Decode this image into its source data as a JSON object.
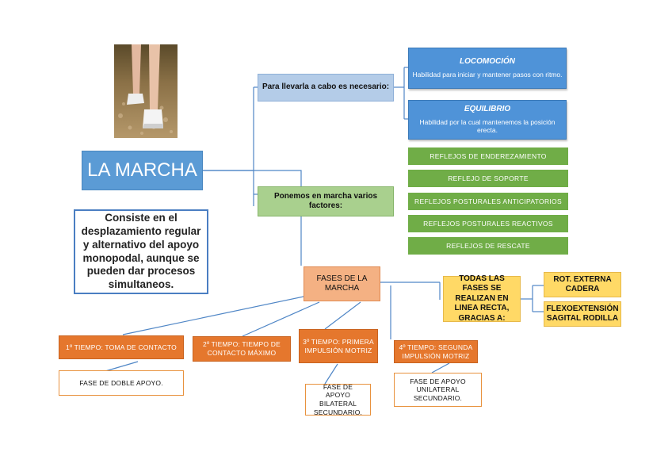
{
  "title": "LA MARCHA",
  "definition": "Consiste en el desplazamiento regular y alternativo del apoyo monopodal, aunque se pueden dar procesos simultaneos.",
  "requirement_label": "Para llevarla a cabo es necesario:",
  "requirements": [
    {
      "heading": "LOCOMOCIÓN",
      "description": "Habilidad para iniciar y mantener pasos con ritmo."
    },
    {
      "heading": "EQUILIBRIO",
      "description": "Habilidad por la cual mantenemos la posición erecta."
    }
  ],
  "factors_label": "Ponemos en marcha varios factores:",
  "factors": [
    "REFLEJOS DE ENDEREZAMIENTO",
    "REFLEJO DE SOPORTE",
    "REFLEJOS POSTURALES ANTICIPATORIOS",
    "REFLEJOS POSTURALES REACTIVOS",
    "REFLEJOS DE RESCATE"
  ],
  "phases_label": "FASES DE LA MARCHA",
  "straight_line": {
    "label": "TODAS LAS FASES SE REALIZAN EN LINEA RECTA, GRACIAS A:",
    "items": [
      "ROT. EXTERNA CADERA",
      "FLEXOEXTENSIÓN SAGITAL RODILLA"
    ]
  },
  "times": [
    {
      "label": "1º TIEMPO: TOMA DE CONTACTO",
      "detail": "FASE DE DOBLE APOYO."
    },
    {
      "label": "2º TIEMPO: TIEMPO DE CONTACTO MÁXIMO",
      "detail": ""
    },
    {
      "label": "3º TIEMPO: PRIMERA IMPULSIÓN MOTRIZ",
      "detail": "FASE DE APOYO BILATERAL SECUNDARIO."
    },
    {
      "label": "4º TIEMPO: SEGUNDA IMPULSIÓN MOTRIZ",
      "detail": "FASE DE APOYO UNILATERAL SECUNDARIO."
    }
  ],
  "colors": {
    "title_blue": "#5b9bd5",
    "factor_green": "#70ad47",
    "phase_orange": "#e5772d",
    "phase_salmon": "#f4b183",
    "yellow": "#ffd966"
  }
}
